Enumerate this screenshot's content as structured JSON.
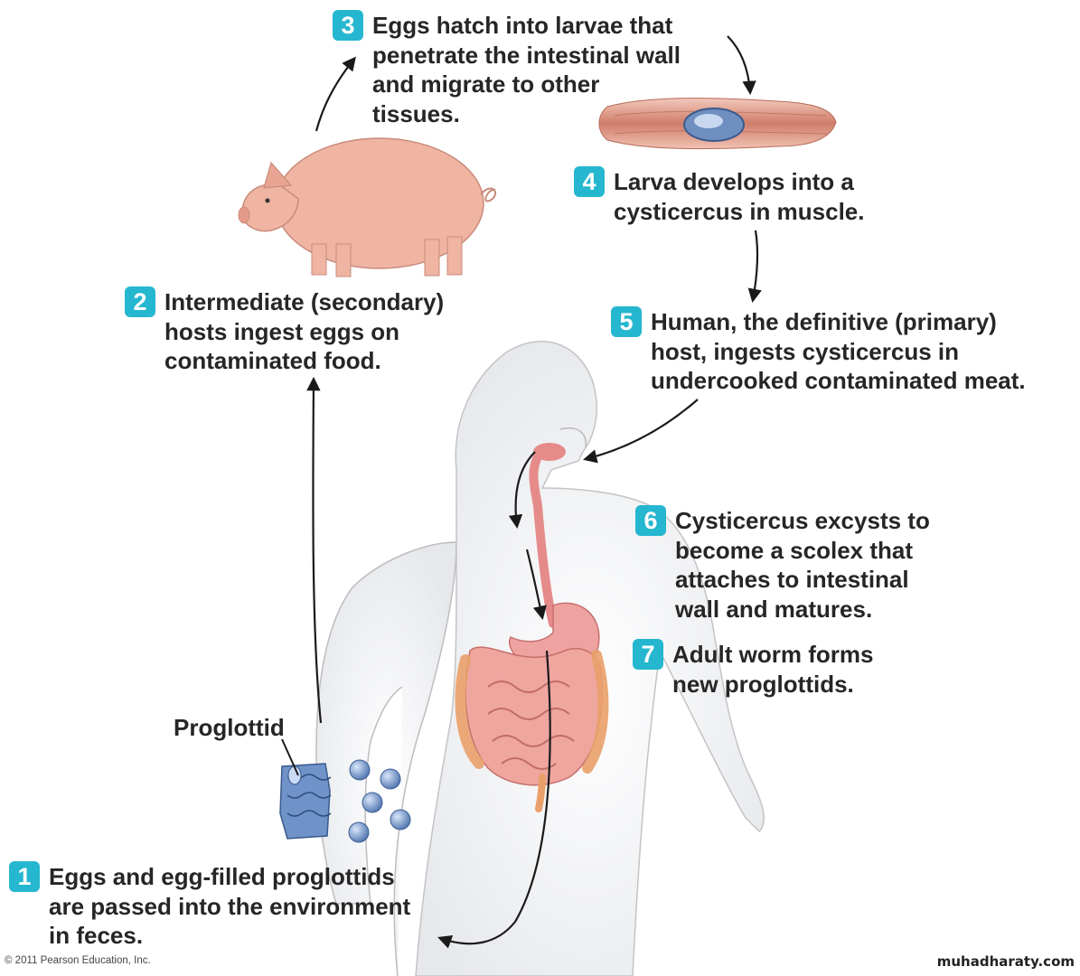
{
  "steps": [
    {
      "number": "1",
      "lines": [
        "Eggs and egg-filled proglottids",
        "are passed into the environment",
        "in feces."
      ]
    },
    {
      "number": "2",
      "lines": [
        "Intermediate (secondary)",
        "hosts ingest eggs on",
        "contaminated food."
      ]
    },
    {
      "number": "3",
      "lines": [
        "Eggs hatch into larvae that",
        "penetrate the intestinal wall",
        "and migrate to other",
        "tissues."
      ]
    },
    {
      "number": "4",
      "lines": [
        "Larva develops into a",
        "cysticercus in muscle."
      ]
    },
    {
      "number": "5",
      "lines": [
        "Human, the definitive (primary)",
        "host, ingests cysticercus in",
        "undercooked contaminated meat."
      ]
    },
    {
      "number": "6",
      "lines": [
        "Cysticercus excysts to",
        "become a scolex that",
        "attaches to intestinal",
        "wall and matures."
      ]
    },
    {
      "number": "7",
      "lines": [
        "Adult worm forms",
        "new proglottids."
      ]
    }
  ],
  "labels": {
    "proglottid": "Proglottid"
  },
  "footer": {
    "copyright": "© 2011 Pearson Education, Inc.",
    "watermark": "muhadharaty.com"
  },
  "colors": {
    "badge": "#25b7cf",
    "pig": "#f0b4a2",
    "muscle": "#d88b78",
    "intestine": "#e89a8f",
    "egg": "#6f93c8"
  }
}
